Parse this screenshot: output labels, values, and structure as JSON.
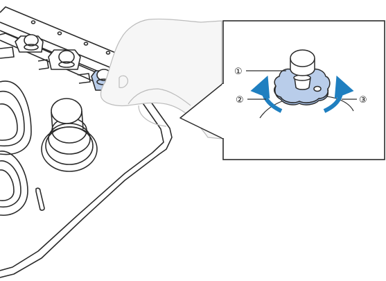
{
  "diagram": {
    "callouts": [
      {
        "id": "1",
        "label": "①"
      },
      {
        "id": "2",
        "label": "②"
      },
      {
        "id": "3",
        "label": "③"
      }
    ],
    "colors": {
      "line": "#2a2a2a",
      "knob_fill": "#b9cdea",
      "arrow": "#1f7fc0",
      "hand": "#f6f6f6"
    },
    "icons": [
      "tension-knob",
      "rotate-left-arrow",
      "rotate-right-arrow",
      "hand"
    ]
  }
}
